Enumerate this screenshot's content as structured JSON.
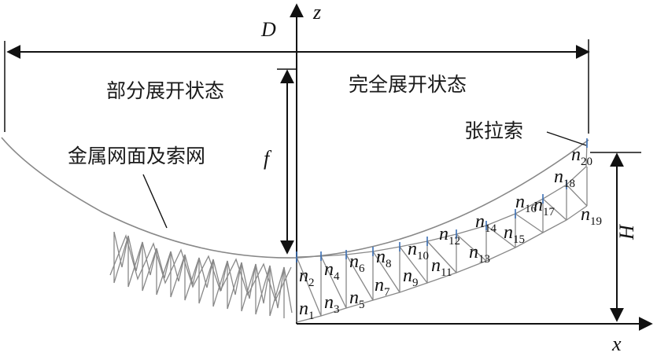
{
  "labels": {
    "D": "D",
    "z": "z",
    "x": "x",
    "f": "f",
    "H": "H",
    "partial_state": "部分展开状态",
    "full_state": "完全展开状态",
    "metal_mesh": "金属网面及索网",
    "tension_cable": "张拉索"
  },
  "nodes": [
    {
      "n": "n",
      "sub": "1"
    },
    {
      "n": "n",
      "sub": "2"
    },
    {
      "n": "n",
      "sub": "3"
    },
    {
      "n": "n",
      "sub": "4"
    },
    {
      "n": "n",
      "sub": "5"
    },
    {
      "n": "n",
      "sub": "6"
    },
    {
      "n": "n",
      "sub": "7"
    },
    {
      "n": "n",
      "sub": "8"
    },
    {
      "n": "n",
      "sub": "9"
    },
    {
      "n": "n",
      "sub": "10"
    },
    {
      "n": "n",
      "sub": "11"
    },
    {
      "n": "n",
      "sub": "12"
    },
    {
      "n": "n",
      "sub": "13"
    },
    {
      "n": "n",
      "sub": "14"
    },
    {
      "n": "n",
      "sub": "15"
    },
    {
      "n": "n",
      "sub": "16"
    },
    {
      "n": "n",
      "sub": "17"
    },
    {
      "n": "n",
      "sub": "18"
    },
    {
      "n": "n",
      "sub": "19"
    },
    {
      "n": "n",
      "sub": "20"
    }
  ]
}
